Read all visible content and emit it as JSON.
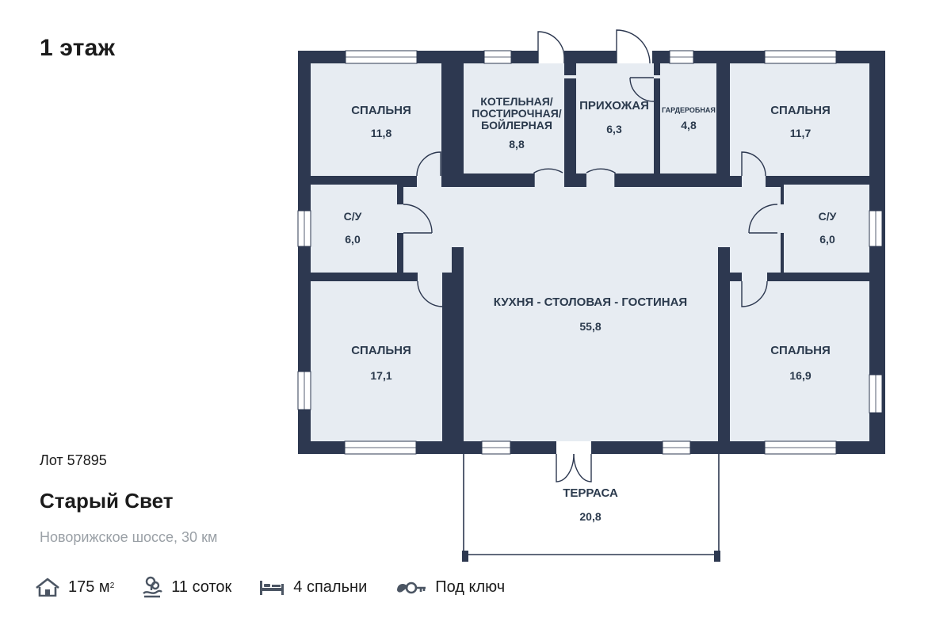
{
  "floor_title": "1 этаж",
  "lot": "Лот 57895",
  "project": "Старый Свет",
  "address": "Новорижское шоссе, 30 км",
  "stats": {
    "area": "175 м",
    "area_sup": "2",
    "plot": "11 соток",
    "bedrooms": "4 спальни",
    "finish": "Под ключ"
  },
  "icons": [
    "house-icon",
    "plot-icon",
    "bed-icon",
    "key-icon"
  ],
  "colors": {
    "walls": "#2d3850",
    "rooms": "#e7ecf2",
    "text": "#2b3a4d"
  },
  "rooms": {
    "bedroom_tl": {
      "name": "СПАЛЬНЯ",
      "area": "11,8"
    },
    "boiler": {
      "name_1": "КОТЕЛЬНАЯ/",
      "name_2": "ПОСТИРОЧНАЯ/",
      "name_3": "БОЙЛЕРНАЯ",
      "area": "8,8"
    },
    "hall": {
      "name": "ПРИХОЖАЯ",
      "area": "6,3"
    },
    "wardrobe": {
      "name": "ГАРДЕРОБНАЯ",
      "area": "4,8"
    },
    "bedroom_tr": {
      "name": "СПАЛЬНЯ",
      "area": "11,7"
    },
    "bath_l": {
      "name": "С/У",
      "area": "6,0"
    },
    "bath_r": {
      "name": "С/У",
      "area": "6,0"
    },
    "living": {
      "name": "КУХНЯ - СТОЛОВАЯ - ГОСТИНАЯ",
      "area": "55,8"
    },
    "bedroom_bl": {
      "name": "СПАЛЬНЯ",
      "area": "17,1"
    },
    "bedroom_br": {
      "name": "СПАЛЬНЯ",
      "area": "16,9"
    },
    "terrace": {
      "name": "ТЕРРАСА",
      "area": "20,8"
    }
  }
}
